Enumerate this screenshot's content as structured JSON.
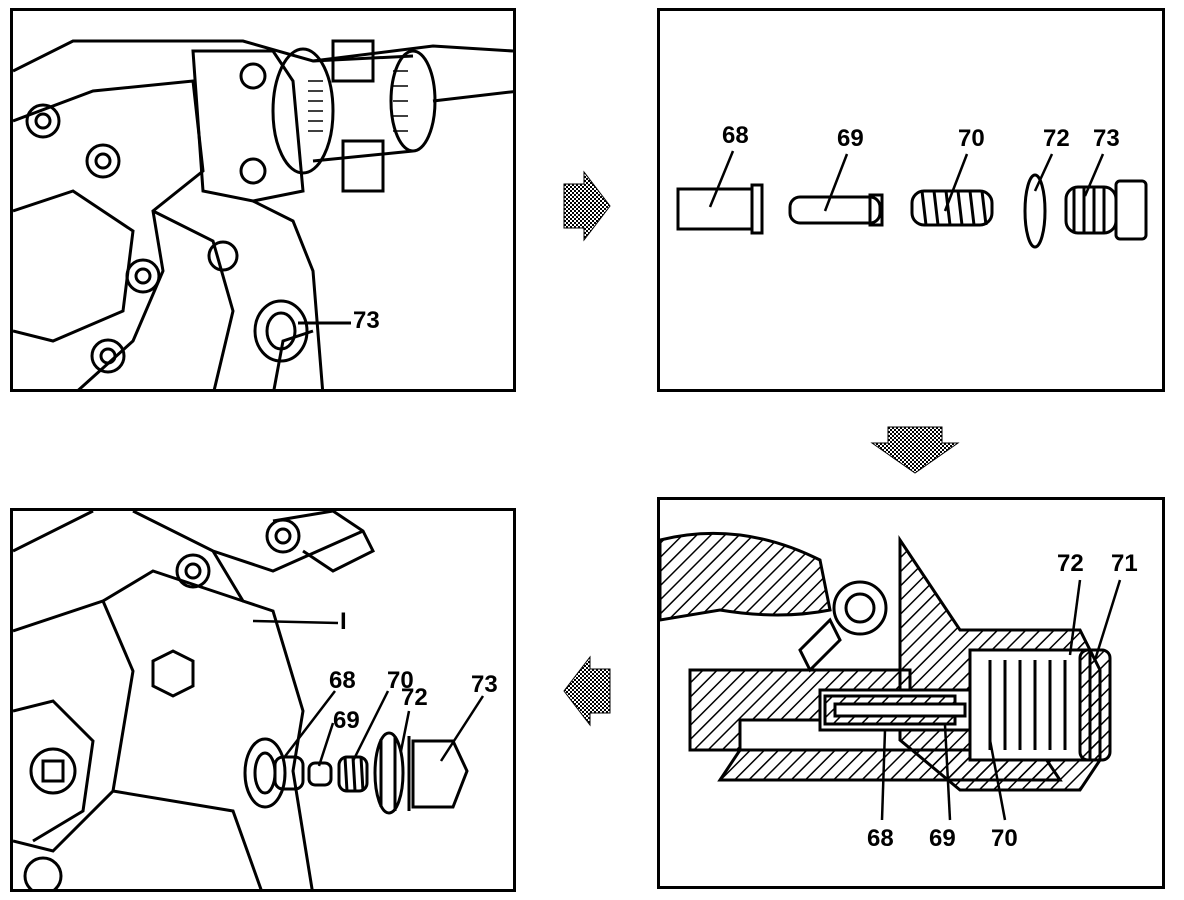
{
  "panels": {
    "top_left": {
      "labels": {
        "p73": "73"
      }
    },
    "top_right": {
      "labels": {
        "p68": "68",
        "p69": "69",
        "p70": "70",
        "p72": "72",
        "p73": "73"
      }
    },
    "bottom_right": {
      "labels": {
        "p72": "72",
        "p71": "71",
        "p68": "68",
        "p69": "69",
        "p70": "70"
      }
    },
    "bottom_left": {
      "labels": {
        "pI": "I",
        "p68": "68",
        "p69": "69",
        "p70": "70",
        "p72": "72",
        "p73": "73"
      }
    }
  },
  "arrows": [
    "arrow-right",
    "arrow-down",
    "arrow-left"
  ]
}
